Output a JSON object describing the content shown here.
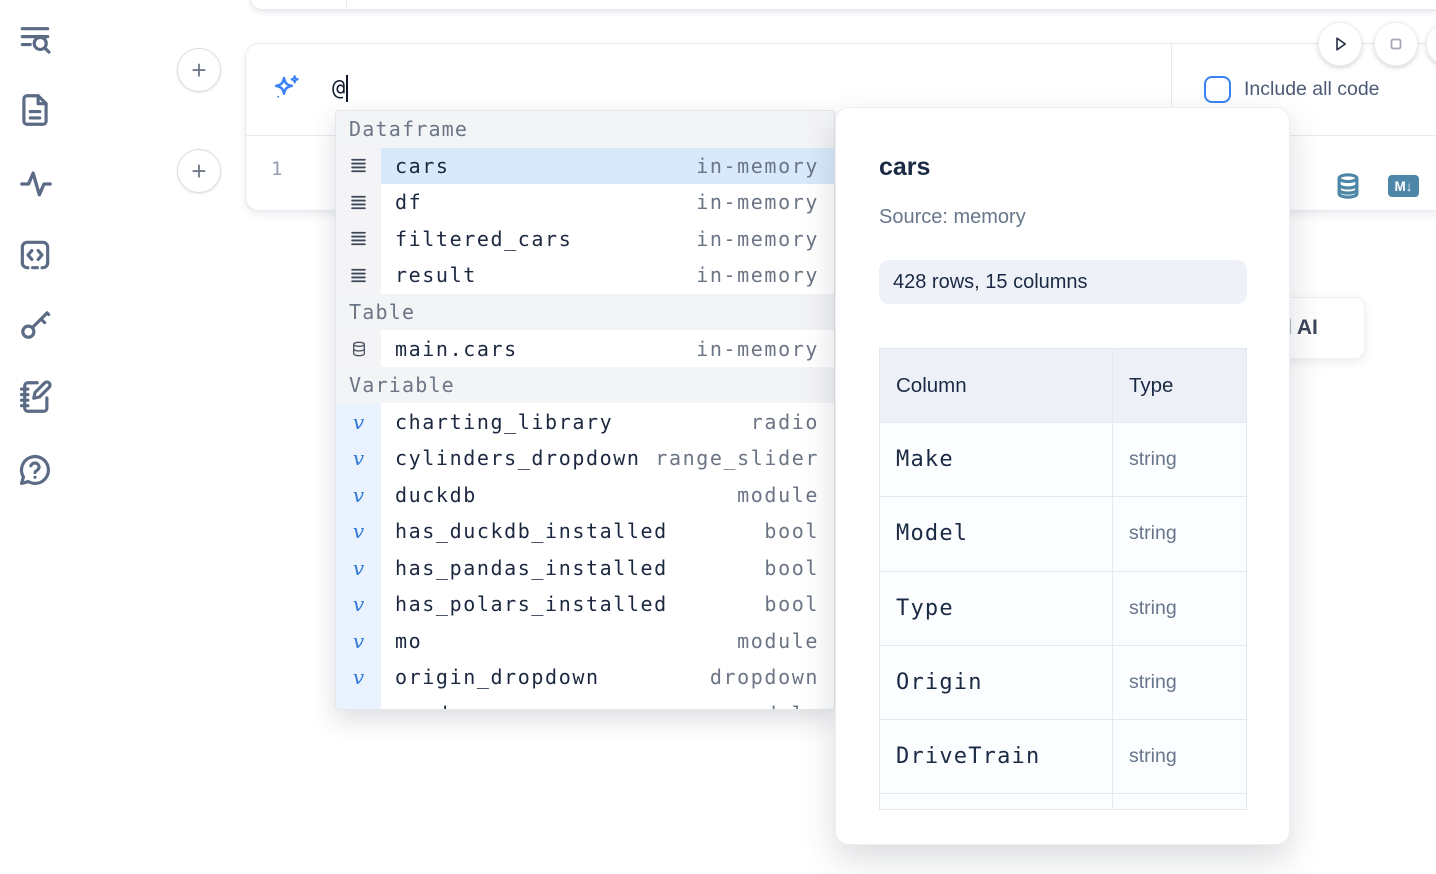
{
  "sidebar": {
    "icons": [
      "list-search",
      "file-text",
      "activity",
      "code-square-dashed",
      "key",
      "notebook-pen",
      "help-message"
    ]
  },
  "cell": {
    "prompt": {
      "icon": "sparkles",
      "value": "@"
    },
    "include_all_code": {
      "label": "Include all code",
      "checked": false
    },
    "line_number": "1",
    "editor_icons": {
      "database": "database-icon",
      "markdown_badge": "M↓"
    }
  },
  "run_controls": {
    "run_icon": "play",
    "interrupt_icon": "stop"
  },
  "add_cell_buttons": {
    "above_label": "+",
    "below_label": "+"
  },
  "autocomplete": {
    "sections": [
      {
        "label": "Dataframe",
        "items": [
          {
            "icon": "rows",
            "name": "cars",
            "type": "in-memory",
            "selected": true
          },
          {
            "icon": "rows",
            "name": "df",
            "type": "in-memory",
            "selected": false
          },
          {
            "icon": "rows",
            "name": "filtered_cars",
            "type": "in-memory",
            "selected": false
          },
          {
            "icon": "rows",
            "name": "result",
            "type": "in-memory",
            "selected": false
          }
        ]
      },
      {
        "label": "Table",
        "items": [
          {
            "icon": "database",
            "name": "main.cars",
            "type": "in-memory",
            "selected": false
          }
        ]
      },
      {
        "label": "Variable",
        "items": [
          {
            "icon": "variable",
            "name": "charting_library",
            "type": "radio",
            "selected": false
          },
          {
            "icon": "variable",
            "name": "cylinders_dropdown",
            "type": "range_slider",
            "selected": false
          },
          {
            "icon": "variable",
            "name": "duckdb",
            "type": "module",
            "selected": false
          },
          {
            "icon": "variable",
            "name": "has_duckdb_installed",
            "type": "bool",
            "selected": false
          },
          {
            "icon": "variable",
            "name": "has_pandas_installed",
            "type": "bool",
            "selected": false
          },
          {
            "icon": "variable",
            "name": "has_polars_installed",
            "type": "bool",
            "selected": false
          },
          {
            "icon": "variable",
            "name": "mo",
            "type": "module",
            "selected": false
          },
          {
            "icon": "variable",
            "name": "origin_dropdown",
            "type": "dropdown",
            "selected": false
          },
          {
            "icon": "variable",
            "name": "pandas",
            "type": "module",
            "selected": false,
            "clipped": true
          }
        ]
      }
    ]
  },
  "preview": {
    "title": "cars",
    "source": "Source: memory",
    "shape": "428 rows, 15 columns",
    "table": {
      "headers": [
        "Column",
        "Type"
      ],
      "rows": [
        [
          "Make",
          "string"
        ],
        [
          "Model",
          "string"
        ],
        [
          "Type",
          "string"
        ],
        [
          "Origin",
          "string"
        ],
        [
          "DriveTrain",
          "string"
        ]
      ],
      "clipped_extra_row": true
    }
  },
  "ai_button": {
    "label_fragment": "d AI"
  },
  "colors": {
    "accent_blue": "#3b82f6",
    "steel_blue": "#4e86a8",
    "selection": "#d7e9fb",
    "border": "#e7eaee",
    "text_dark": "#1c2840",
    "text_gray": "#6c7585"
  }
}
